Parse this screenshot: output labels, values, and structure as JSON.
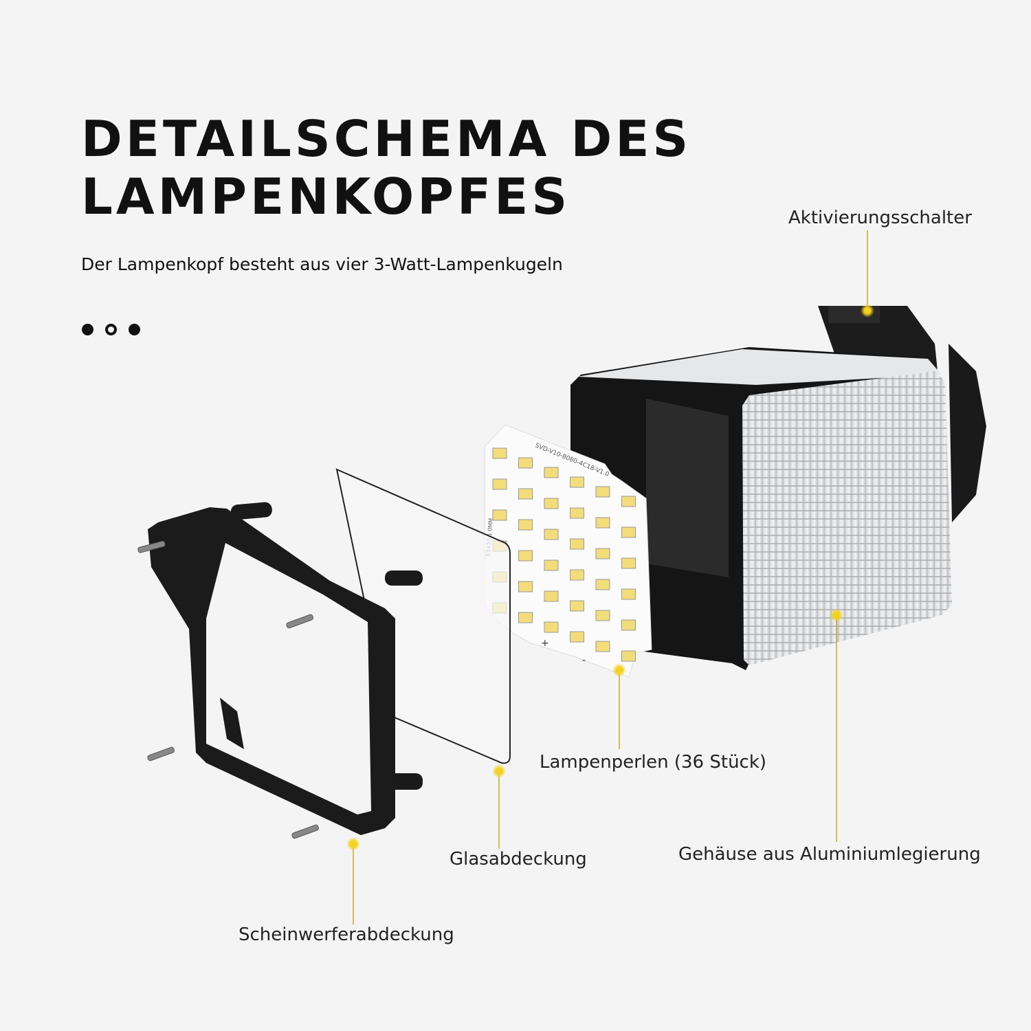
{
  "header": {
    "title_line1": "DETAILSCHEMA DES",
    "title_line2": "LAMPENKOPFES",
    "subtitle": "Der Lampenkopf besteht aus vier 3-Watt-Lampenkugeln"
  },
  "pagination": {
    "count": 3,
    "active_index": 1
  },
  "pcb": {
    "marking": "SVD-V10-8080-4C18-V1.0",
    "side_marking": "53×53 1.0MM",
    "plus": "+",
    "minus": "-"
  },
  "labels": {
    "switch": "Aktivierungsschalter",
    "housing": "Gehäuse aus Aluminiumlegierung",
    "beads": "Lampenperlen (36 Stück)",
    "glass": "Glasabdeckung",
    "cover": "Scheinwerferabdeckung"
  },
  "colors": {
    "accent": "#e8c21a",
    "background": "#f4f4f4",
    "led": "#f3dc7a"
  }
}
